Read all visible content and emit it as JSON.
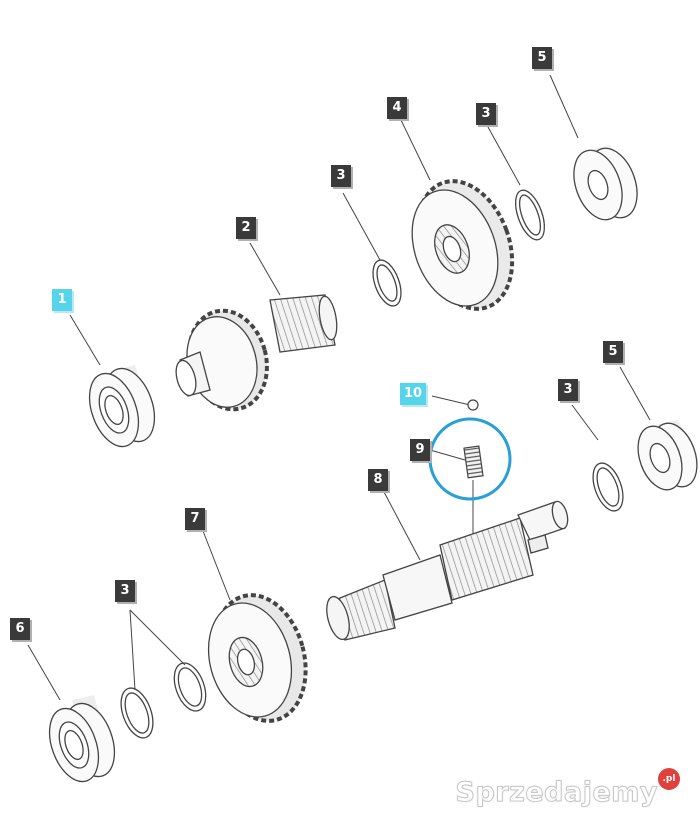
{
  "callouts": {
    "c1": "1",
    "c2": "2",
    "c3a": "3",
    "c4": "4",
    "c3b": "3",
    "c5a": "5",
    "c5b": "5",
    "c3c": "3",
    "c10": "10",
    "c9": "9",
    "c8": "8",
    "c7": "7",
    "c3d": "3",
    "c6": "6"
  },
  "highlight_color": "#2a9fd6",
  "watermark": {
    "text": "Sprzedajemy",
    "badge": ".pl"
  }
}
